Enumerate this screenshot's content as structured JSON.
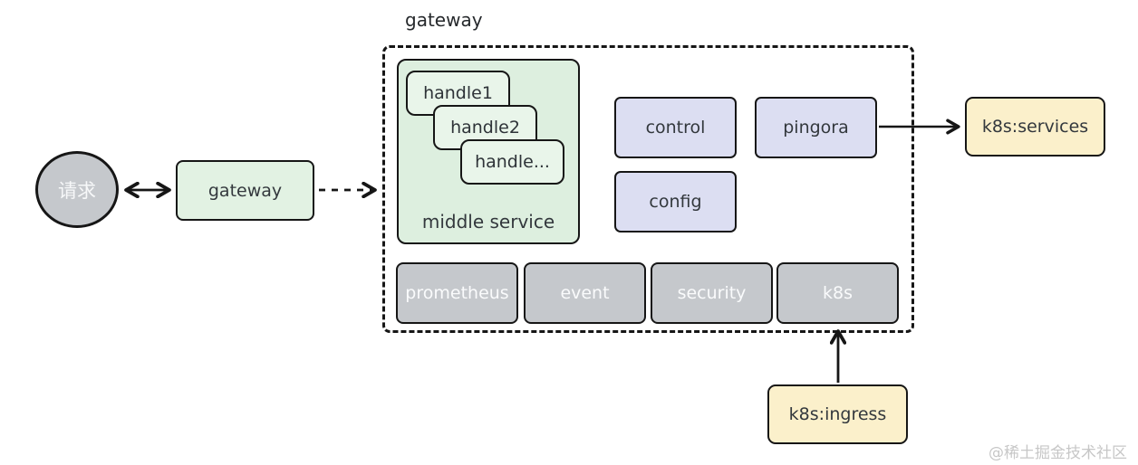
{
  "diagram": {
    "outer_label": "gateway",
    "request": {
      "label": "请求"
    },
    "gateway_node": {
      "label": "gateway"
    },
    "middle_service": {
      "label": "middle service",
      "handles": [
        "handle1",
        "handle2",
        "handle..."
      ]
    },
    "control": {
      "label": "control"
    },
    "pingora": {
      "label": "pingora"
    },
    "config": {
      "label": "config"
    },
    "plugins": [
      "prometheus",
      "event",
      "security",
      "k8s"
    ],
    "k8s_services": {
      "label": "k8s:services"
    },
    "k8s_ingress": {
      "label": "k8s:ingress"
    }
  },
  "watermark": "@稀土掘金技术社区",
  "colors": {
    "green_box": "#e2f2e3",
    "green_card": "#e9f5ea",
    "lavender_box": "#dcdef2",
    "gray_box": "#c5c8cc",
    "yellow_box": "#fbf0cb",
    "stroke": "#161616",
    "text_dark": "#33383d",
    "text_light": "#fafbfc",
    "watermark_gray": "#c7c7c7"
  }
}
